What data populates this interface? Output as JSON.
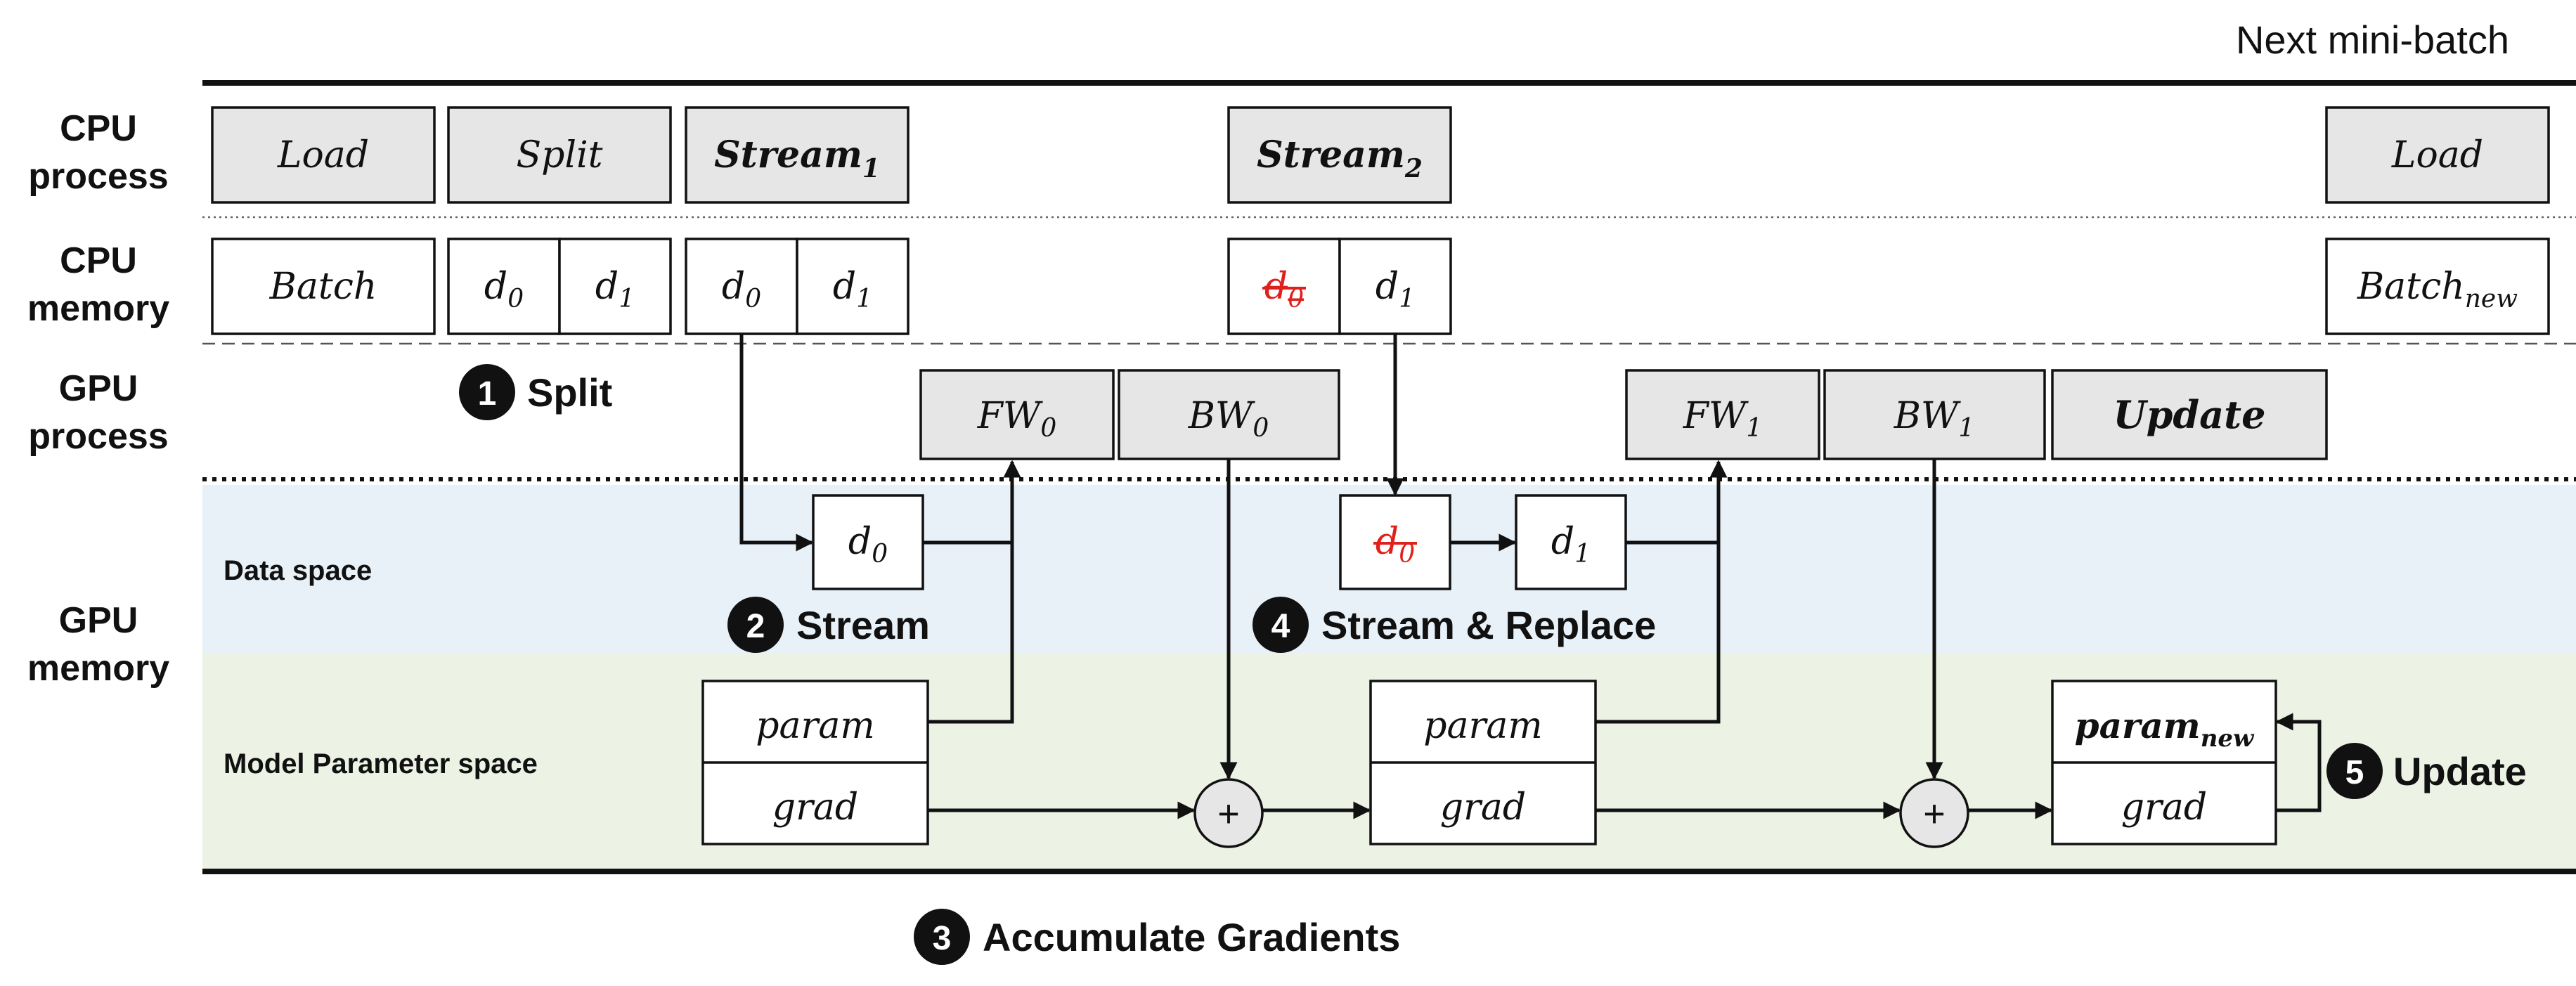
{
  "header": {
    "next_label": "Next mini-batch"
  },
  "rows": {
    "cpu_process": [
      "CPU",
      "process"
    ],
    "cpu_memory": [
      "CPU",
      "memory"
    ],
    "gpu_process": [
      "GPU",
      "process"
    ],
    "gpu_memory": [
      "GPU",
      "memory"
    ],
    "data_space": "Data space",
    "model_space": "Model Parameter space"
  },
  "cpu_process": {
    "load": "Load",
    "split": "Split",
    "stream1": {
      "base": "Stream",
      "sub": "1"
    },
    "stream2": {
      "base": "Stream",
      "sub": "2"
    },
    "load_new": "Load"
  },
  "cpu_memory": {
    "batch": "Batch",
    "split_d0": {
      "base": "d",
      "sub": "0"
    },
    "split_d1": {
      "base": "d",
      "sub": "1"
    },
    "stream_d0": {
      "base": "d",
      "sub": "0"
    },
    "stream_d1": {
      "base": "d",
      "sub": "1"
    },
    "removed_d0": {
      "base": "d",
      "sub": "0"
    },
    "kept_d1": {
      "base": "d",
      "sub": "1"
    },
    "batch_new": {
      "base": "Batch",
      "sub": "new"
    }
  },
  "gpu_process": {
    "fw0": {
      "base": "FW",
      "sub": "0"
    },
    "bw0": {
      "base": "BW",
      "sub": "0"
    },
    "fw1": {
      "base": "FW",
      "sub": "1"
    },
    "bw1": {
      "base": "BW",
      "sub": "1"
    },
    "update": "Update"
  },
  "gpu_data": {
    "d0": {
      "base": "d",
      "sub": "0"
    },
    "removed_d0": {
      "base": "d",
      "sub": "0"
    },
    "d1": {
      "base": "d",
      "sub": "1"
    }
  },
  "gpu_model": {
    "param": "param",
    "grad": "grad",
    "param_new": {
      "base": "param",
      "sub": "new"
    },
    "plus": "+"
  },
  "steps": [
    {
      "num": "1",
      "label": "Split"
    },
    {
      "num": "2",
      "label": "Stream"
    },
    {
      "num": "3",
      "label": "Accumulate Gradients"
    },
    {
      "num": "4",
      "label": "Stream & Replace"
    },
    {
      "num": "5",
      "label": "Update"
    }
  ],
  "colors": {
    "data_space_bg": "#e8f0f8",
    "model_space_bg": "#ecf3e5",
    "process_box": "#e6e6e6",
    "removed_text": "#e0201c"
  }
}
